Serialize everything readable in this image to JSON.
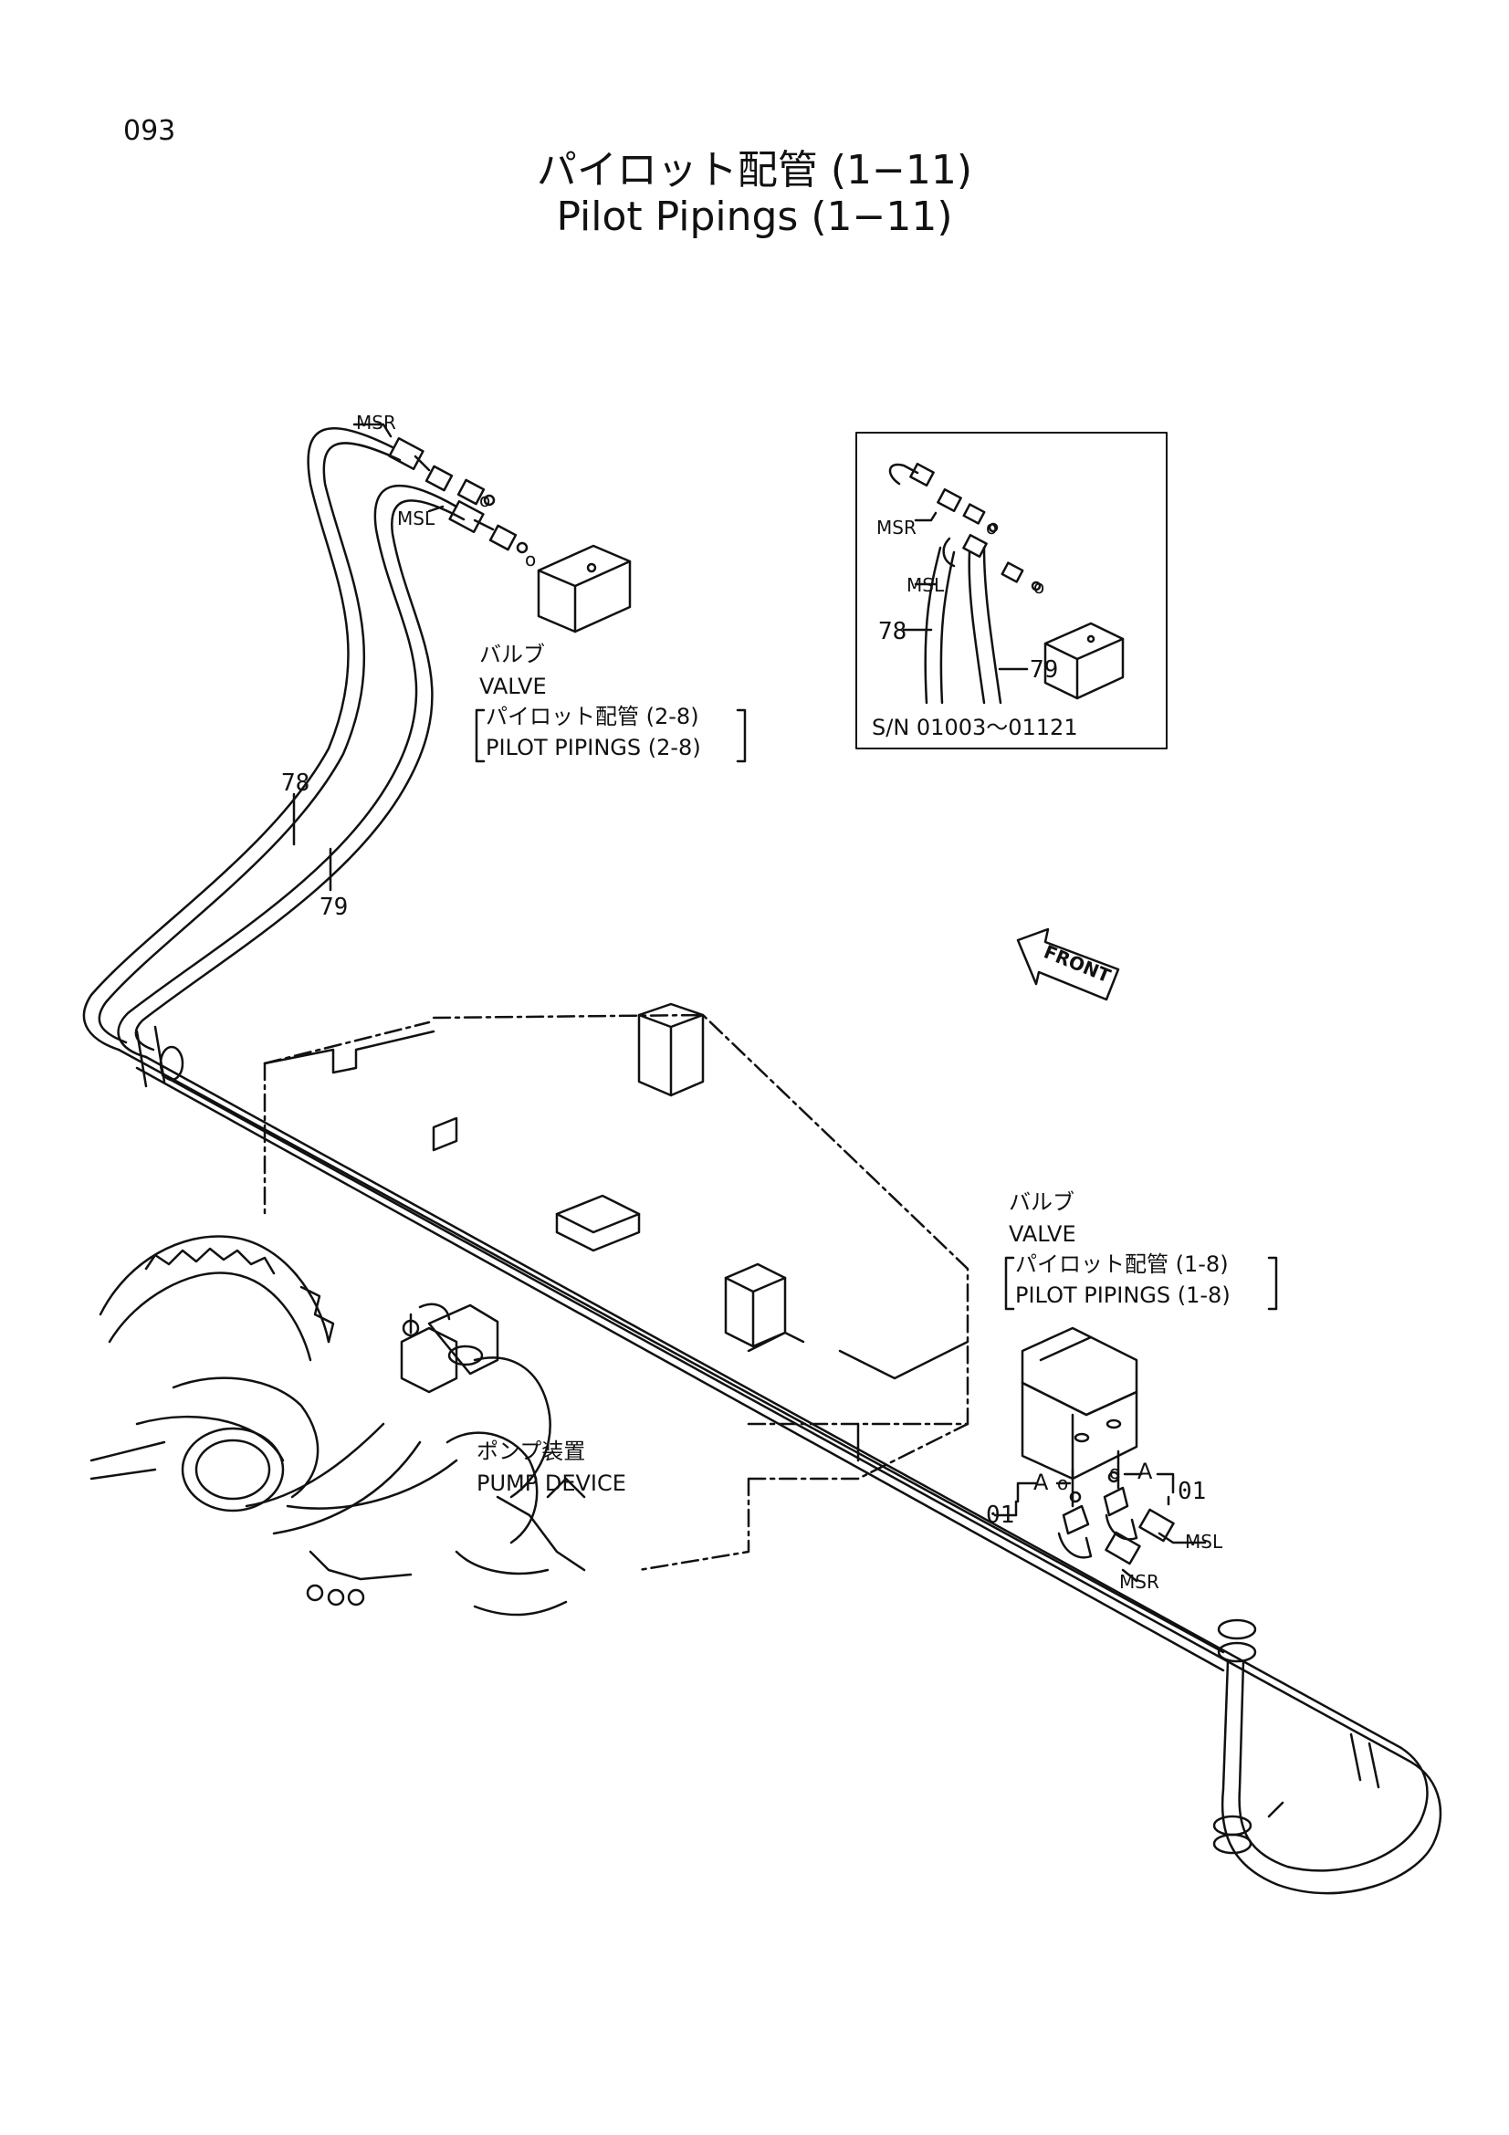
{
  "page_number": "093",
  "title_jp": "パイロット配管 (1−11)",
  "title_en": "Pilot Pipings (1−11)",
  "labels": {
    "msr": "MSR",
    "msl": "MSL",
    "hose_78": "78",
    "hose_79": "79",
    "fitting_01": "01",
    "port_a": "A",
    "o_mark": "o",
    "front": "FRONT"
  },
  "upper_valve": {
    "jp": "バルブ",
    "en": "VALVE",
    "ref_jp": "パイロット配管 (2-8)",
    "ref_en": "PILOT PIPINGS (2-8)"
  },
  "lower_valve": {
    "jp": "バルブ",
    "en": "VALVE",
    "ref_jp": "パイロット配管 (1-8)",
    "ref_en": "PILOT PIPINGS (1-8)"
  },
  "pump": {
    "jp": "ポンプ装置",
    "en": "PUMP DEVICE"
  },
  "inset": {
    "serial": "S/N 01003～01121"
  }
}
